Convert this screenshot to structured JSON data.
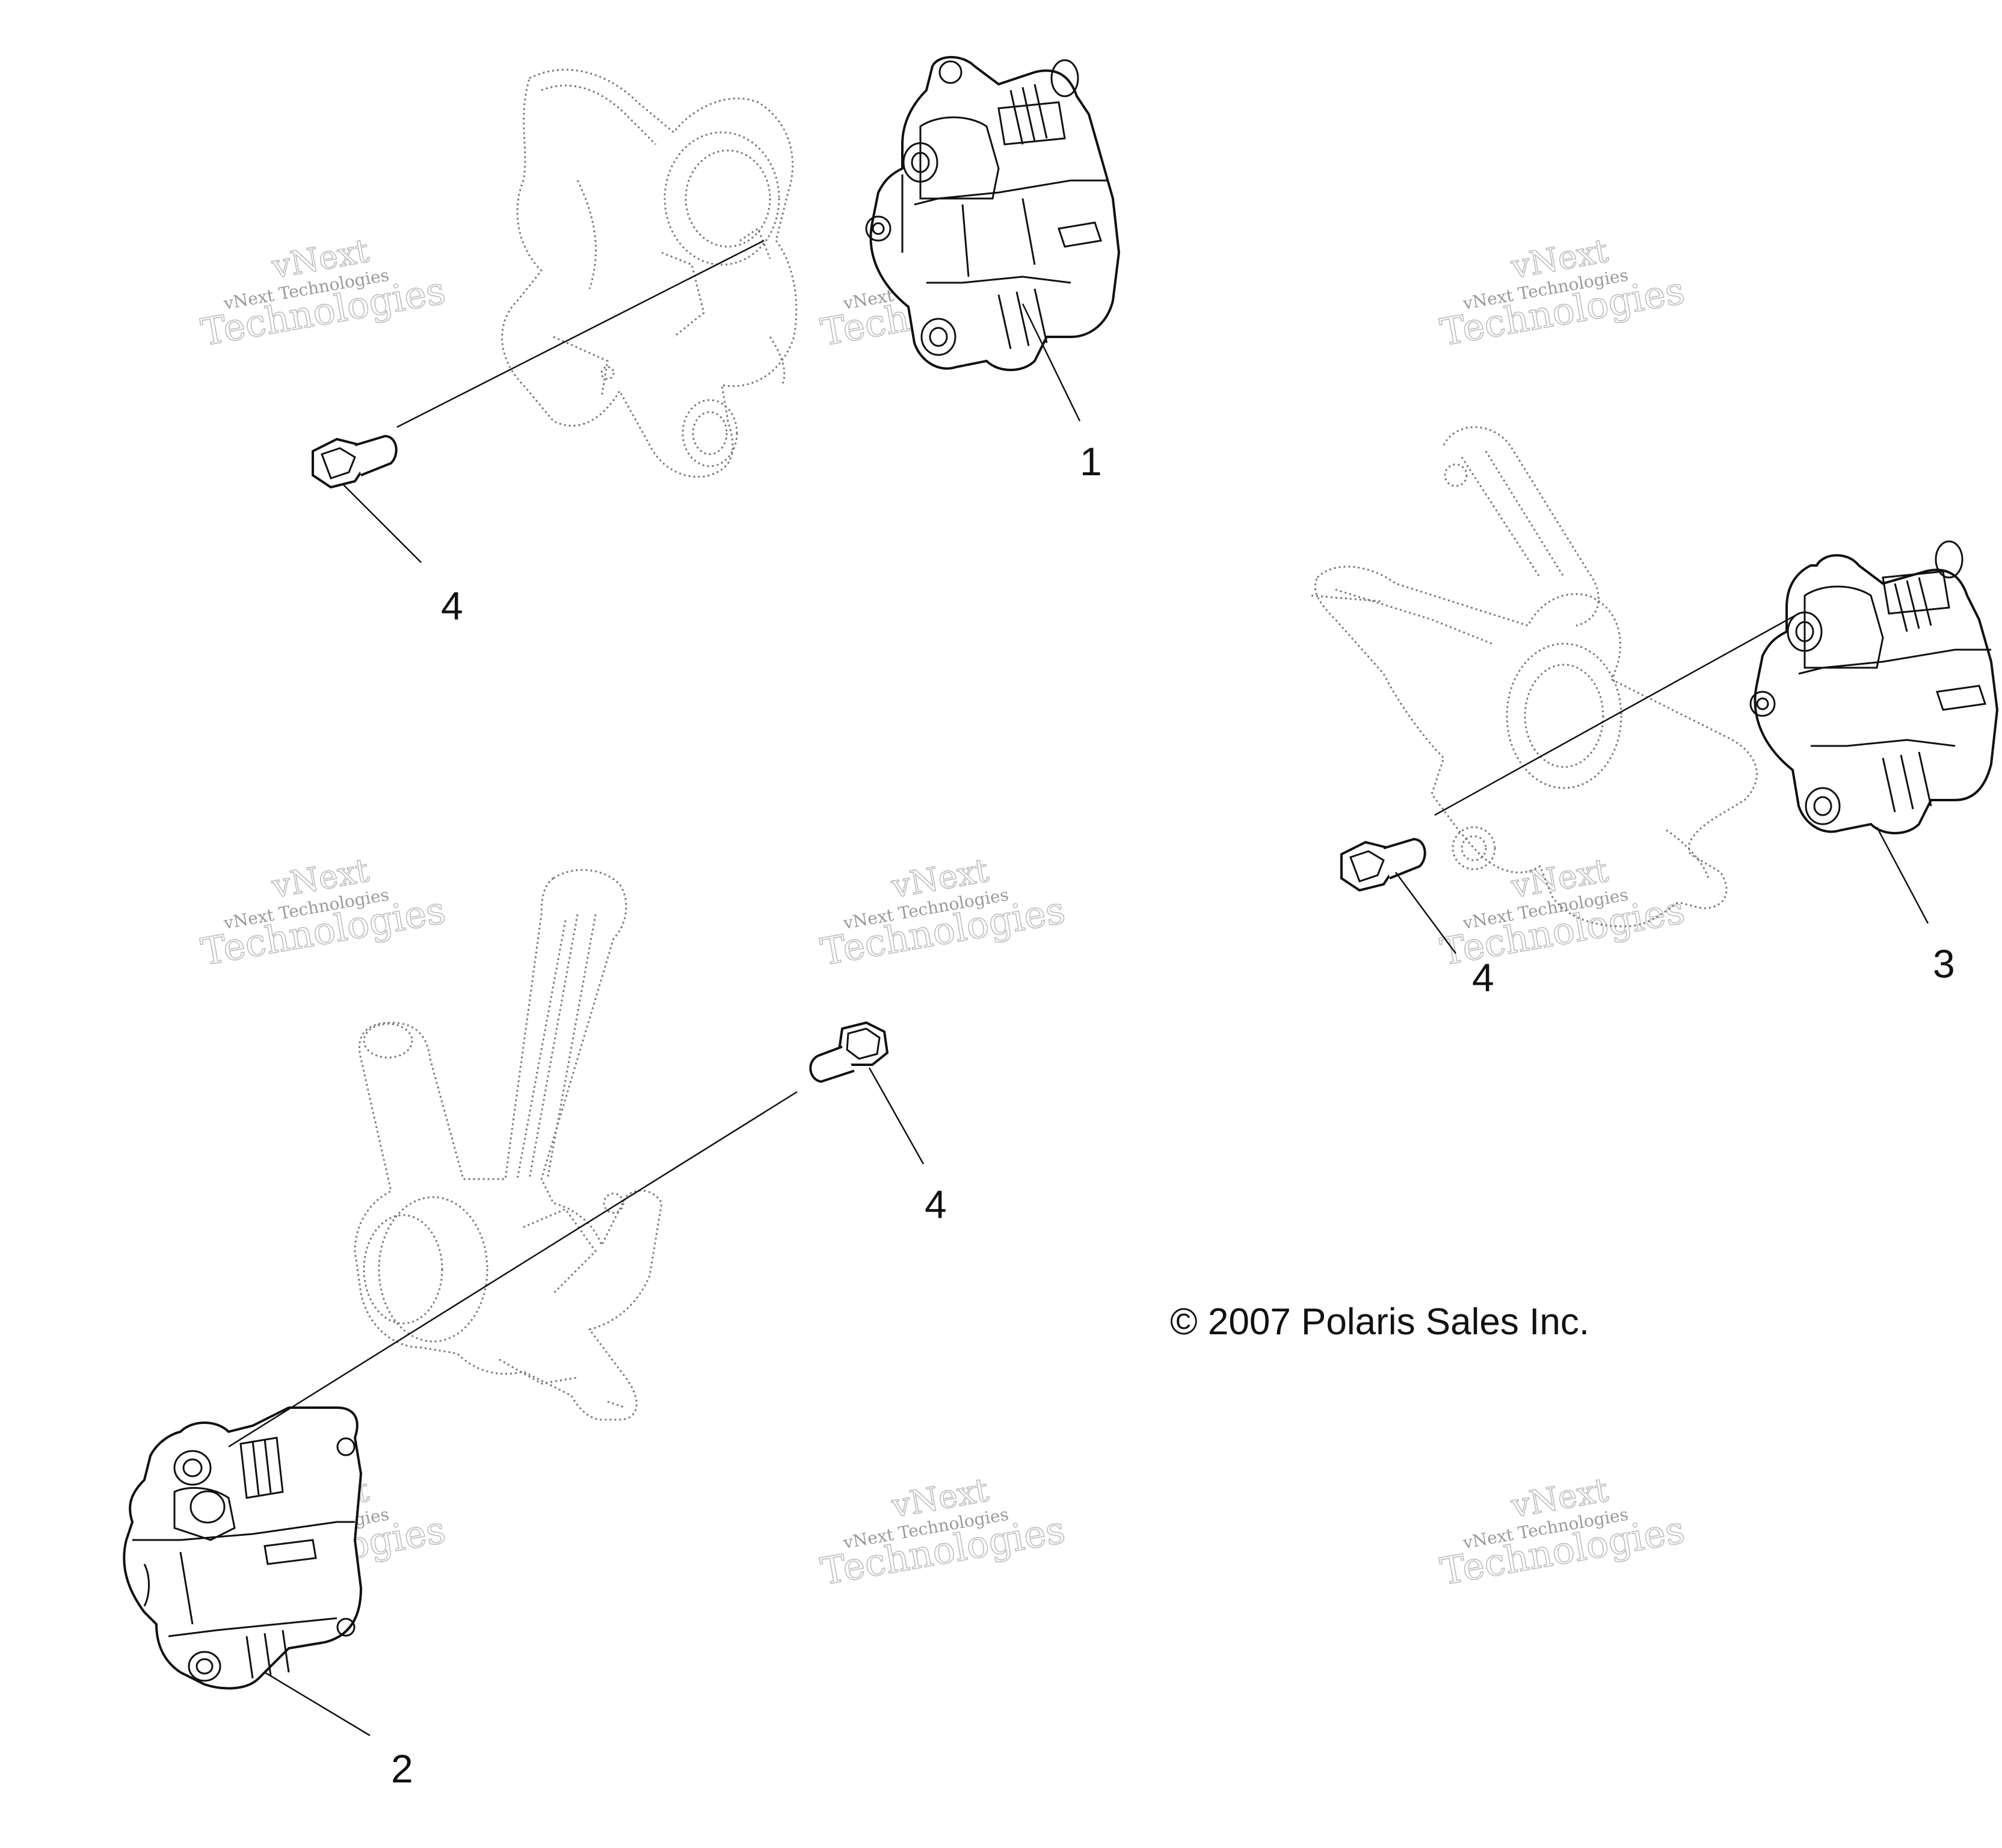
{
  "callouts": {
    "c1": "1",
    "c2": "2",
    "c3": "3",
    "c4a": "4",
    "c4b": "4",
    "c4c": "4"
  },
  "copyright": "© 2007 Polaris Sales Inc.",
  "watermark": {
    "top": "vNext",
    "middle": "vNext Technologies",
    "bottom": "Technologies"
  }
}
